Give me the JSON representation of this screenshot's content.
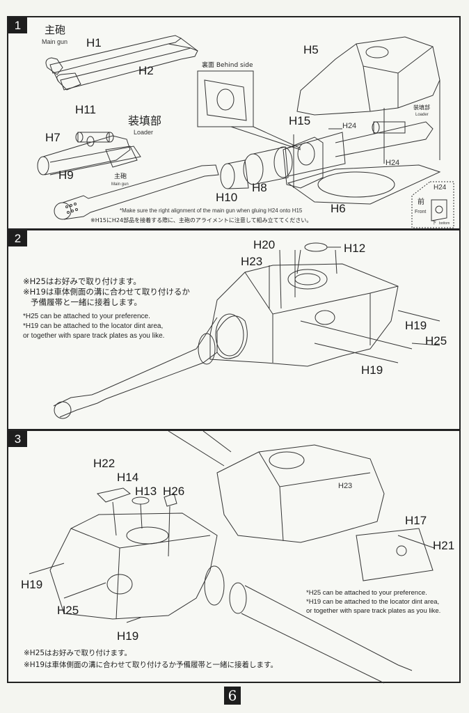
{
  "page_number": "6",
  "steps": [
    {
      "number": "1",
      "main_gun_jp": "主砲",
      "main_gun_en": "Main gun",
      "loader_jp": "装填部",
      "loader_en": "Loader",
      "main_gun_small_jp": "主砲",
      "main_gun_small_en": "Main gun",
      "loader_small_jp": "装填部",
      "loader_small_en": "Loader",
      "behind_side_label": "裏面 Behind side",
      "h24_inset": {
        "title": "H24",
        "front_jp": "前",
        "front_en": "Front",
        "bottom_jp": "下",
        "bottom_en": "bottom"
      },
      "parts": {
        "h1": "H1",
        "h2": "H2",
        "h5": "H5",
        "h6": "H6",
        "h7": "H7",
        "h8": "H8",
        "h9": "H9",
        "h10": "H10",
        "h11": "H11",
        "h15": "H15",
        "h24_a": "H24",
        "h24_b": "H24"
      },
      "note_en": "*Make sure the right alignment of the main gun when gluing H24 onto H15",
      "note_jp": "※H15にH24部品を接着する際に、主砲のアライメントに注意して組み立ててください。"
    },
    {
      "number": "2",
      "notes_jp": [
        "※H25はお好みで取り付けます。",
        "※H19は車体側面の溝に合わせて取り付けるか",
        "予備履帯と一緒に接着します。"
      ],
      "notes_en": [
        "*H25 can be attached to your preference.",
        "*H19 can be attached to the locator dint area,",
        "or together with spare track plates as you like."
      ],
      "parts": {
        "h20": "H20",
        "h12": "H12",
        "h23": "H23",
        "h19_a": "H19",
        "h25": "H25",
        "h19_b": "H19"
      }
    },
    {
      "number": "3",
      "parts": {
        "h22": "H22",
        "h14": "H14",
        "h13": "H13",
        "h26": "H26",
        "h23": "H23",
        "h17": "H17",
        "h21": "H21",
        "h19_a": "H19",
        "h25": "H25",
        "h19_b": "H19"
      },
      "notes_en": [
        "*H25 can be attached to your preference.",
        "*H19 can be attached to the locator dint area,",
        "or together with spare track plates as you like."
      ],
      "notes_jp": [
        "※H25はお好みで取り付けます。",
        "※H19は車体側面の溝に合わせて取り付けるか予備履帯と一緒に接着します。"
      ]
    }
  ]
}
